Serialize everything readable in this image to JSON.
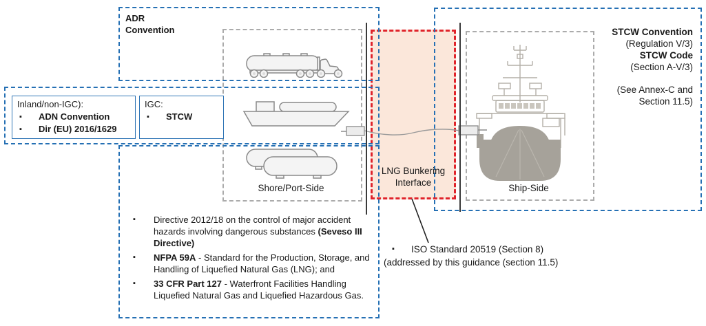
{
  "regions": {
    "adr": {
      "label": "ADR\nConvention"
    },
    "shore": {
      "label": "Shore/Port-Side"
    },
    "ship": {
      "label": "Ship-Side"
    },
    "interface": {
      "line1": "LNG Bunkering",
      "line2": "Interface"
    }
  },
  "inland_box": {
    "title": "Inland/non-IGC):",
    "items": [
      "ADN Convention",
      "Dir (EU) 2016/1629"
    ]
  },
  "igc_box": {
    "title": "IGC:",
    "items": [
      "STCW"
    ]
  },
  "stcw_note": {
    "lines": [
      "STCW Convention",
      "(Regulation V/3)",
      "STCW Code",
      "(Section A-V/3)",
      "(See Annex-C and",
      "Section 11.5)"
    ]
  },
  "shore_regulations": {
    "items": [
      {
        "lead": "",
        "text": "Directive 2012/18 on the control of major accident hazards involving dangerous substances ",
        "tail": "(Seveso III Directive)"
      },
      {
        "lead": "NFPA 59A",
        "text": " - Standard for the Production, Storage, and Handling of Liquefied Natural Gas (LNG); and",
        "tail": ""
      },
      {
        "lead": "33 CFR Part 127",
        "text": " - Waterfront Facilities Handling Liquefied Natural Gas and Liquefied Hazardous Gas.",
        "tail": ""
      }
    ]
  },
  "interface_note": {
    "line1": "ISO Standard 20519 (Section 8)",
    "line2": "(addressed by this guidance (section 11.5)"
  },
  "icons": {
    "truck": "tanker-truck-icon",
    "barge": "bunker-barge-icon",
    "tanks": "storage-tanks-icon",
    "ship": "ship-bow-icon",
    "hose": "transfer-hose-icon"
  },
  "colors": {
    "blue": "#2570b4",
    "red": "#e0232a",
    "peach": "#fbe7da",
    "graydash": "#ababab"
  }
}
